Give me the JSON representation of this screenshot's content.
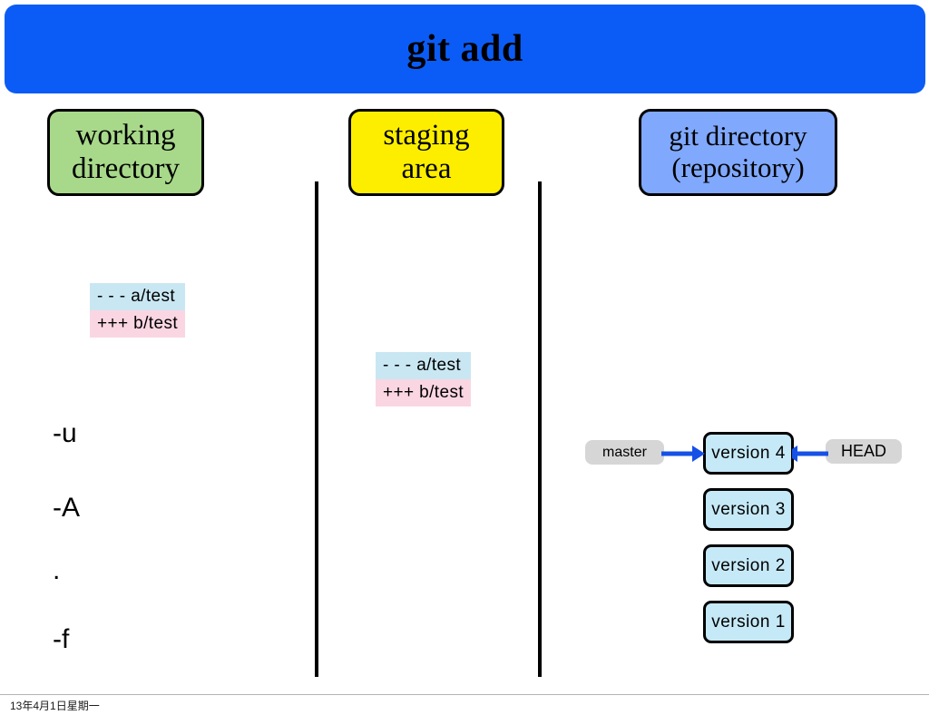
{
  "slide": {
    "title": "git add",
    "footer_date": "13年4月1日星期一",
    "colors": {
      "title_bar": "#0b5cf6",
      "working_directory": "#a8d98a",
      "staging_area": "#fdee00",
      "git_directory": "#80a8fc",
      "version_box": "#c6e9f7",
      "ref_chip": "#d6d6d6",
      "arrow": "#1650e6",
      "diff_removed": "#c9e7f2",
      "diff_added": "#fad6e3"
    }
  },
  "columns": {
    "working": {
      "label_line_1": "working",
      "label_line_2": "directory"
    },
    "staging": {
      "label_line_1": "staging",
      "label_line_2": "area"
    },
    "gitdir": {
      "label_line_1": "git directory",
      "label_line_2": "(repository)"
    }
  },
  "diff_working": {
    "removed": "- - - a/test",
    "added": "+++ b/test"
  },
  "diff_staging": {
    "removed": "- - - a/test",
    "added": "+++ b/test"
  },
  "options": [
    {
      "label": "-u"
    },
    {
      "label": "-A"
    },
    {
      "label": "."
    },
    {
      "label": "-f"
    }
  ],
  "versions": [
    {
      "label": "version 4"
    },
    {
      "label": "version 3"
    },
    {
      "label": "version 2"
    },
    {
      "label": "version 1"
    }
  ],
  "refs": {
    "branch": "master",
    "head": "HEAD"
  }
}
